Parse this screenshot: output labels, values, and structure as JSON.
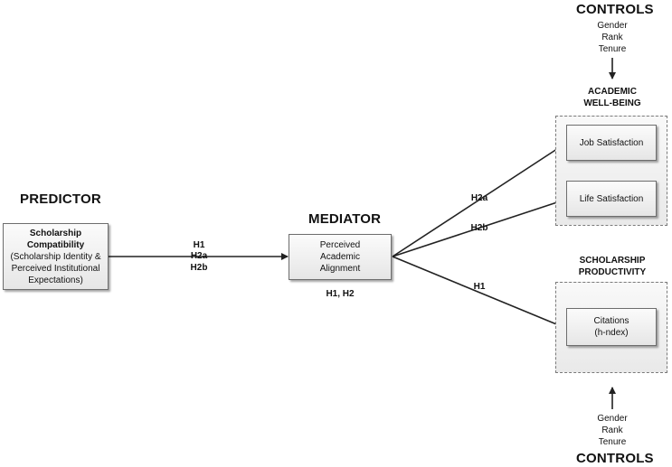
{
  "predictor": {
    "heading": "PREDICTOR",
    "title": "Scholarship Compatibility",
    "detail": "(Scholarship Identity & Perceived Institutional Expectations)"
  },
  "mediator": {
    "heading": "MEDIATOR",
    "text": "Perceived Academic Alignment",
    "hypotheses": "H1, H2"
  },
  "path_predictor_mediator": {
    "h1": "H1",
    "h2a": "H2a",
    "h2b": "H2b"
  },
  "wellbeing": {
    "heading_line1": "ACADEMIC",
    "heading_line2": "WELL-BEING",
    "job": "Job Satisfaction",
    "life": "Life Satisfaction"
  },
  "productivity": {
    "heading_line1": "SCHOLARSHIP",
    "heading_line2": "PRODUCTIVITY",
    "citations_line1": "Citations",
    "citations_line2": "(h-ndex)"
  },
  "paths_out": {
    "job": "H2a",
    "life": "H2b",
    "citations": "H1"
  },
  "controls_top": {
    "heading": "CONTROLS",
    "items": [
      "Gender",
      "Rank",
      "Tenure"
    ]
  },
  "controls_bottom": {
    "heading": "CONTROLS",
    "items": [
      "Gender",
      "Rank",
      "Tenure"
    ]
  }
}
